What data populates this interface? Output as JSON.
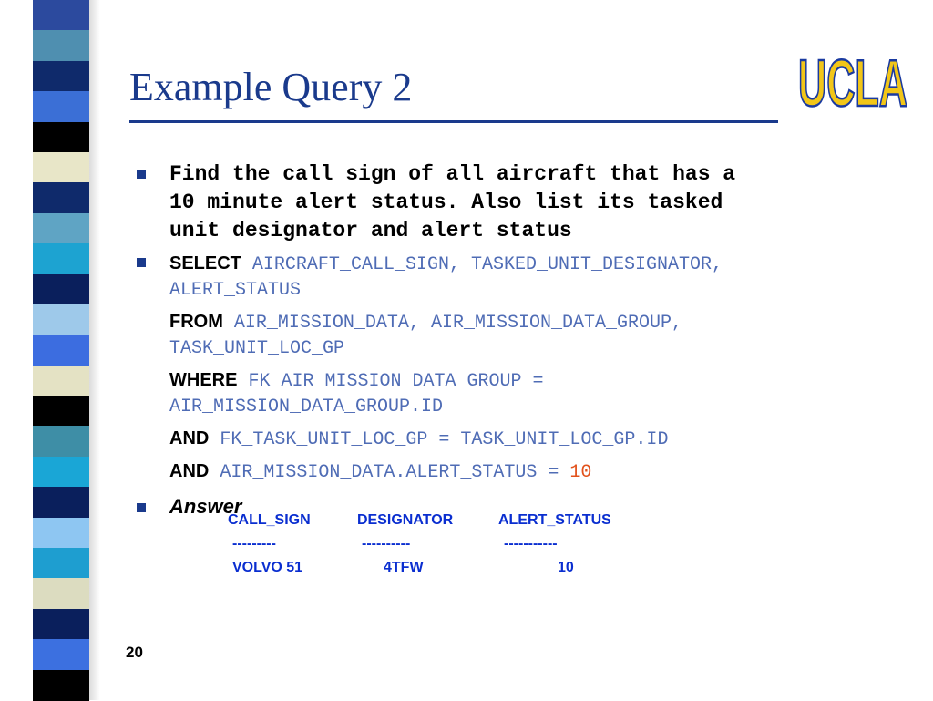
{
  "slide": {
    "title": "Example Query 2",
    "page_number": "20",
    "logo_text": "UCLA"
  },
  "colors": {
    "title": "#1a3a8c",
    "identifier": "#4f6cb5",
    "number": "#e2521c",
    "result": "#0a2ed0",
    "logo_fill": "#f2c618",
    "logo_outline": "#1a3aa0"
  },
  "stripes": [
    "#2c4a9e",
    "#4f8fb0",
    "#0f2a6b",
    "#3b6fd6",
    "#000000",
    "#e8e6c8",
    "#0f2a6b",
    "#5fa4c4",
    "#1da3d1",
    "#0a1f5c",
    "#9ec9ea",
    "#3c6de0",
    "#e4e2c4",
    "#000000",
    "#3e8ea6",
    "#1aa6d6",
    "#0a1f5c",
    "#8ec6f2",
    "#1e9ed0",
    "#dcdcc0",
    "#0a1f5c",
    "#3c70e0",
    "#000000"
  ],
  "question": {
    "line1": "Find the call sign of all aircraft that has a",
    "line2": "10 minute alert status.  Also list its tasked",
    "line3": "unit designator and alert status"
  },
  "sql": {
    "select_kw": "SELECT",
    "select_cols": "AIRCRAFT_CALL_SIGN, TASKED_UNIT_DESIGNATOR,",
    "select_cols2": "ALERT_STATUS",
    "from_kw": "FROM",
    "from_tables": "AIR_MISSION_DATA, AIR_MISSION_DATA_GROUP,",
    "from_tables2": "TASK_UNIT_LOC_GP",
    "where_kw": "WHERE",
    "where_cond": "FK_AIR_MISSION_DATA_GROUP =",
    "where_cond2": "AIR_MISSION_DATA_GROUP.ID",
    "and1_kw": "AND",
    "and1_cond": "FK_TASK_UNIT_LOC_GP = TASK_UNIT_LOC_GP.ID",
    "and2_kw": "AND",
    "and2_cond": "AIR_MISSION_DATA.ALERT_STATUS = ",
    "and2_value": "10"
  },
  "answer": {
    "label": "Answer",
    "headers": [
      "CALL_SIGN",
      "DESIGNATOR",
      "ALERT_STATUS"
    ],
    "separators": [
      "---------",
      "----------",
      "-----------"
    ],
    "rows": [
      [
        "VOLVO 51",
        "4TFW",
        "10"
      ]
    ]
  },
  "icons": {
    "bullet": "square-bullet-icon",
    "logo": "ucla-logo-icon"
  }
}
